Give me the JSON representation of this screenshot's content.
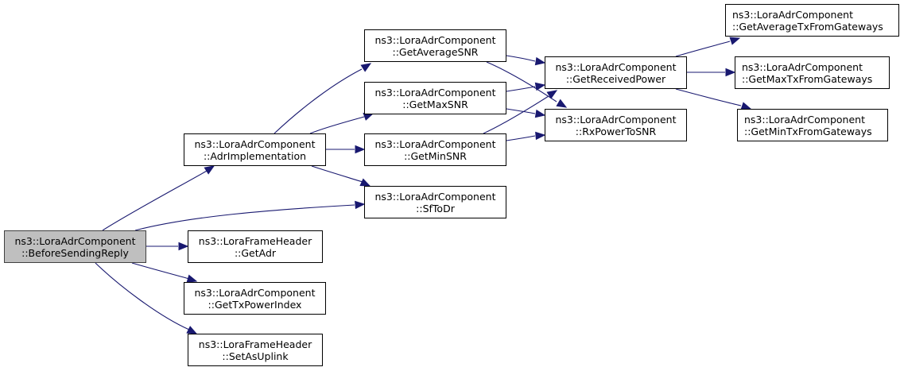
{
  "diagram": {
    "type": "call-graph",
    "edge_color": "#191970",
    "root_fill": "#bfbfbf",
    "nodes": [
      {
        "id": "root",
        "line1": "ns3::LoraAdrComponent",
        "line2": "::BeforeSendingReply",
        "root": true
      },
      {
        "id": "adrimpl",
        "line1": "ns3::LoraAdrComponent",
        "line2": "::AdrImplementation"
      },
      {
        "id": "getadr",
        "line1": "ns3::LoraFrameHeader",
        "line2": "::GetAdr"
      },
      {
        "id": "gettxpowerindex",
        "line1": "ns3::LoraAdrComponent",
        "line2": "::GetTxPowerIndex"
      },
      {
        "id": "setasuplink",
        "line1": "ns3::LoraFrameHeader",
        "line2": "::SetAsUplink"
      },
      {
        "id": "getaveragesnr",
        "line1": "ns3::LoraAdrComponent",
        "line2": "::GetAverageSNR"
      },
      {
        "id": "getmaxsnr",
        "line1": "ns3::LoraAdrComponent",
        "line2": "::GetMaxSNR"
      },
      {
        "id": "getminsnr",
        "line1": "ns3::LoraAdrComponent",
        "line2": "::GetMinSNR"
      },
      {
        "id": "sftodr",
        "line1": "ns3::LoraAdrComponent",
        "line2": "::SfToDr"
      },
      {
        "id": "getreceivedpower",
        "line1": "ns3::LoraAdrComponent",
        "line2": "::GetReceivedPower"
      },
      {
        "id": "rxpowertosnr",
        "line1": "ns3::LoraAdrComponent",
        "line2": "::RxPowerToSNR"
      },
      {
        "id": "getaveragetx",
        "line1": "ns3::LoraAdrComponent",
        "line2": "::GetAverageTxFromGateways"
      },
      {
        "id": "getmaxtx",
        "line1": "ns3::LoraAdrComponent",
        "line2": "::GetMaxTxFromGateways"
      },
      {
        "id": "getmintx",
        "line1": "ns3::LoraAdrComponent",
        "line2": "::GetMinTxFromGateways"
      }
    ],
    "edges": [
      {
        "from": "root",
        "to": "adrimpl"
      },
      {
        "from": "root",
        "to": "sftodr"
      },
      {
        "from": "root",
        "to": "getadr"
      },
      {
        "from": "root",
        "to": "gettxpowerindex"
      },
      {
        "from": "root",
        "to": "setasuplink"
      },
      {
        "from": "adrimpl",
        "to": "getaveragesnr"
      },
      {
        "from": "adrimpl",
        "to": "getmaxsnr"
      },
      {
        "from": "adrimpl",
        "to": "getminsnr"
      },
      {
        "from": "adrimpl",
        "to": "sftodr"
      },
      {
        "from": "getaveragesnr",
        "to": "getreceivedpower"
      },
      {
        "from": "getaveragesnr",
        "to": "rxpowertosnr"
      },
      {
        "from": "getmaxsnr",
        "to": "getreceivedpower"
      },
      {
        "from": "getmaxsnr",
        "to": "rxpowertosnr"
      },
      {
        "from": "getminsnr",
        "to": "getreceivedpower"
      },
      {
        "from": "getminsnr",
        "to": "rxpowertosnr"
      },
      {
        "from": "getreceivedpower",
        "to": "getaveragetx"
      },
      {
        "from": "getreceivedpower",
        "to": "getmaxtx"
      },
      {
        "from": "getreceivedpower",
        "to": "getmintx"
      }
    ]
  }
}
